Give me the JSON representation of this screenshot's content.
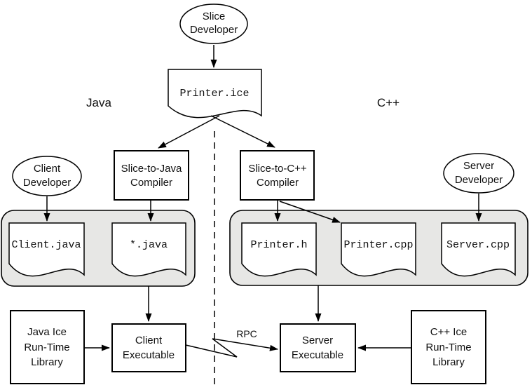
{
  "labels": {
    "left_side": "Java",
    "right_side": "C++",
    "rpc": "RPC"
  },
  "actors": {
    "slice_developer": {
      "line1": "Slice",
      "line2": "Developer"
    },
    "client_developer": {
      "line1": "Client",
      "line2": "Developer"
    },
    "server_developer": {
      "line1": "Server",
      "line2": "Developer"
    }
  },
  "compilers": {
    "java": {
      "line1": "Slice-to-Java",
      "line2": "Compiler"
    },
    "cpp": {
      "line1": "Slice-to-C++",
      "line2": "Compiler"
    }
  },
  "files": {
    "slice": "Printer.ice",
    "client_java": "Client.java",
    "generated_java": "*.java",
    "printer_h": "Printer.h",
    "printer_cpp": "Printer.cpp",
    "server_cpp": "Server.cpp"
  },
  "runtime": {
    "java": {
      "line1": "Java Ice",
      "line2": "Run-Time",
      "line3": "Library"
    },
    "cpp": {
      "line1": "C++ Ice",
      "line2": "Run-Time",
      "line3": "Library"
    }
  },
  "executables": {
    "client": {
      "line1": "Client",
      "line2": "Executable"
    },
    "server": {
      "line1": "Server",
      "line2": "Executable"
    }
  },
  "colors": {
    "container_fill": "#e7e7e5",
    "stroke": "#000000",
    "background": "#ffffff"
  }
}
